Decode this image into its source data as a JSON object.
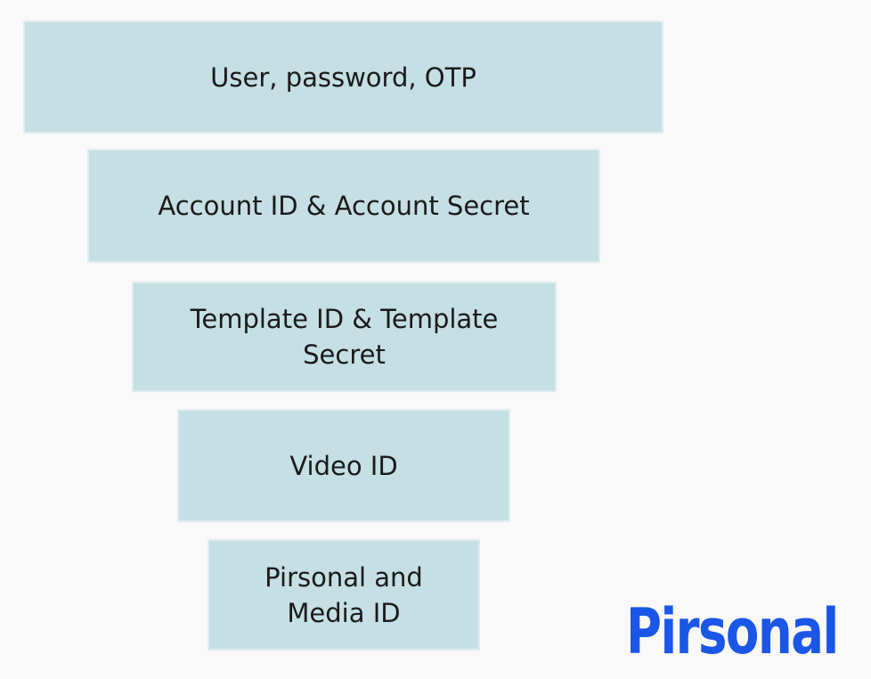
{
  "colors": {
    "background": "#f9f9f9",
    "box_fill": "#c5dfe4",
    "text": "#1a1a1a",
    "logo": "#1a56e8"
  },
  "funnel": {
    "levels": [
      {
        "label": "User, password, OTP"
      },
      {
        "label": "Account ID & Account Secret"
      },
      {
        "label": "Template ID & Template\nSecret"
      },
      {
        "label": "Video ID"
      },
      {
        "label": "Pirsonal and\nMedia ID"
      }
    ]
  },
  "logo": {
    "text": "Pirsonal"
  }
}
